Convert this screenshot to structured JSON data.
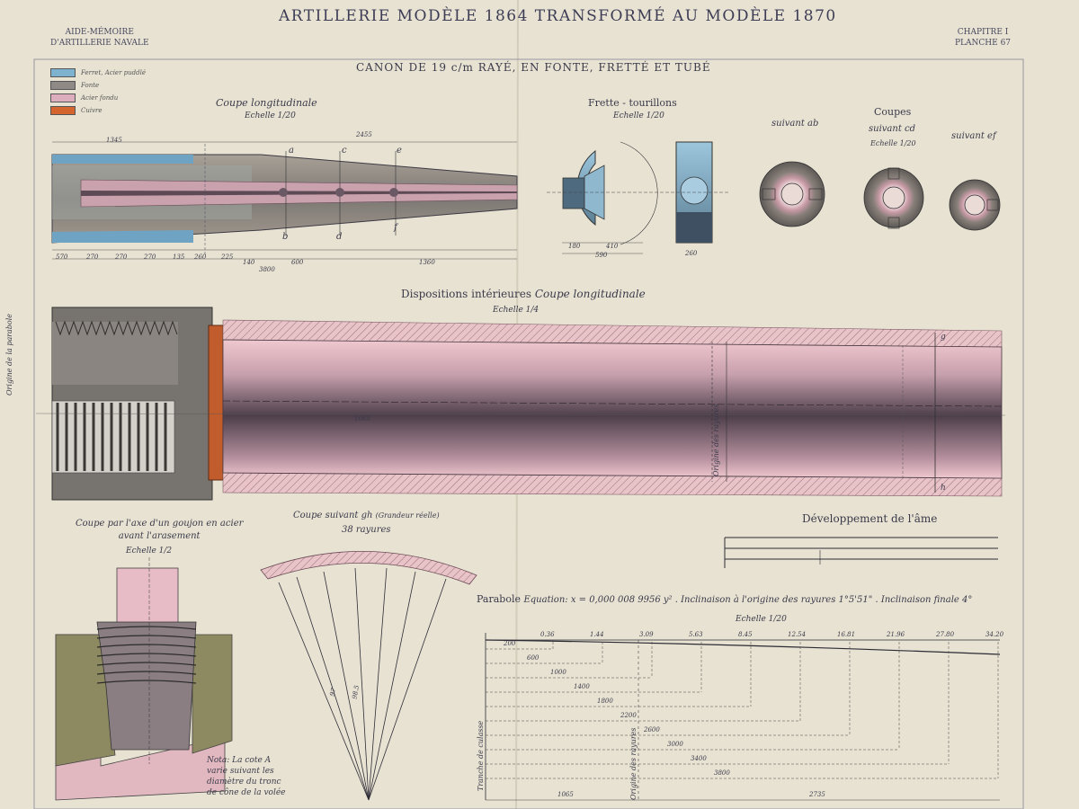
{
  "header": {
    "main_title": "ARTILLERIE MODÈLE 1864 TRANSFORMÉ AU MODÈLE 1870",
    "left_line1": "AIDE-MÉMOIRE",
    "left_line2": "D'ARTILLERIE NAVALE",
    "right_line1": "CHAPITRE I",
    "right_line2": "PLANCHE 67"
  },
  "legend": [
    {
      "label": "Ferret, Acier puddlé",
      "color": "#7eb3cf"
    },
    {
      "label": "Fonte",
      "color": "#8f8a86"
    },
    {
      "label": "Acier fondu",
      "color": "#dcaebd"
    },
    {
      "label": "Cuivre",
      "color": "#d4652f"
    }
  ],
  "top_section": {
    "title": "CANON DE 19 c/m RAYÉ, EN FONTE, FRETTÉ ET TUBÉ",
    "coupe_longitudinale": "Coupe longitudinale",
    "echelle_1_20": "Echelle 1/20",
    "frette_tourillons": "Frette - tourillons",
    "coupes": "Coupes",
    "suivant_ab": "suivant ab",
    "suivant_cd": "suivant cd",
    "suivant_ef": "suivant ef",
    "section_letters": [
      "a",
      "b",
      "c",
      "d",
      "e",
      "f"
    ],
    "dims_row1": [
      "570",
      "270",
      "270",
      "270",
      "135",
      "260",
      "225",
      "140",
      "600",
      "1360"
    ],
    "dims_row2": [
      "3800"
    ],
    "dims_top": [
      "1345",
      "2455"
    ],
    "frette_dims": [
      "180",
      "410",
      "590",
      "260"
    ]
  },
  "middle_section": {
    "title": "Dispositions intérieures",
    "subtitle": "Coupe longitudinale",
    "scale": "Echelle 1/4",
    "origin_parabola_label": "Origine de la parabole",
    "origin_rayures_label": "Origine des rayures",
    "dims": [
      "1065",
      "g",
      "h"
    ]
  },
  "bottom_left": {
    "title_line1": "Coupe par l'axe d'un goujon en acier",
    "title_line2": "avant l'arasement",
    "scale": "Echelle 1/2",
    "note_lines": [
      "Nota: La cote A",
      "varie suivant les",
      "diamètre du tronc",
      "de cône de la volée"
    ]
  },
  "bottom_middle": {
    "title": "Coupe suivant gh",
    "title_note": "(Grandeur réelle)",
    "subtitle": "38 rayures",
    "dims": [
      "97",
      "98.5"
    ]
  },
  "developpement": {
    "title": "Développement de l'âme"
  },
  "parabole": {
    "title": "Parabole",
    "equation": "Equation: x = 0,000 008 9956 y² . Inclinaison à l'origine des rayures 1°5'51\" . Inclinaison finale 4°",
    "scale": "Echelle 1/20",
    "left_labels": [
      "Tranche de culasse",
      "Origine des rayures"
    ],
    "dim_values": [
      "200",
      "600",
      "1000",
      "1400",
      "1800",
      "2200",
      "2600",
      "3000",
      "3400",
      "3800",
      "1065",
      "2735"
    ],
    "ordinates": [
      "0.36",
      "1.44",
      "3.09",
      "5.63",
      "8.45",
      "12.54",
      "16.81",
      "21.96",
      "27.80",
      "34.20"
    ]
  }
}
